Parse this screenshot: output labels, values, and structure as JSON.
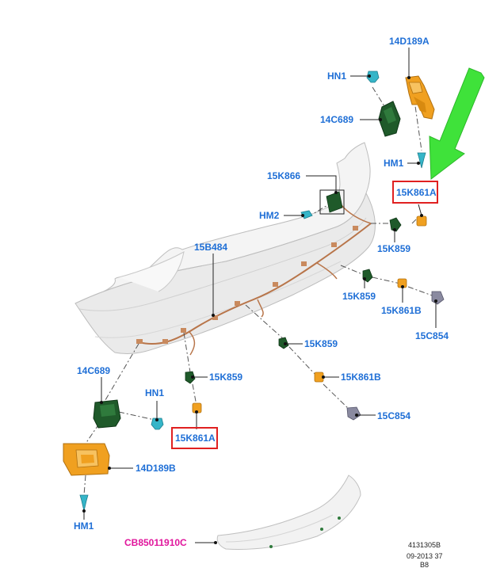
{
  "colors": {
    "label": "#1f6fd6",
    "code": "#e0169c",
    "highlight": "#e02020",
    "arrow": "#3fe23a",
    "bumper": "#eeeeee",
    "harness": "#b8754a",
    "module_green": "#1f5a2a",
    "bracket_orange": "#f0a020",
    "clip_cyan": "#35b5c8",
    "sensor_grey": "#8a8aa0"
  },
  "labels": {
    "l14D189A_top": "14D189A",
    "lHN1_top": "HN1",
    "l14C689_top": "14C689",
    "lHM1_top": "HM1",
    "l15K866": "15K866",
    "lHM2": "HM2",
    "l15K861A_top": "15K861A",
    "l15K859_top": "15K859",
    "l15B484": "15B484",
    "l15K859_mid": "15K859",
    "l15K861B_mid": "15K861B",
    "l15C854_mid": "15C854",
    "l15K859_center": "15K859",
    "l14C689_bottom": "14C689",
    "l15K859_lower": "15K859",
    "l15K861B_lower": "15K861B",
    "lHN1_bottom": "HN1",
    "l15C854_lower": "15C854",
    "l15K861A_bottom": "15K861A",
    "l14D189B": "14D189B",
    "lHM1_bottom": "HM1",
    "code": "CB85011910C"
  },
  "meta": {
    "ref": "4131305B",
    "date": "09-2013 37",
    "suffix": "B8"
  }
}
